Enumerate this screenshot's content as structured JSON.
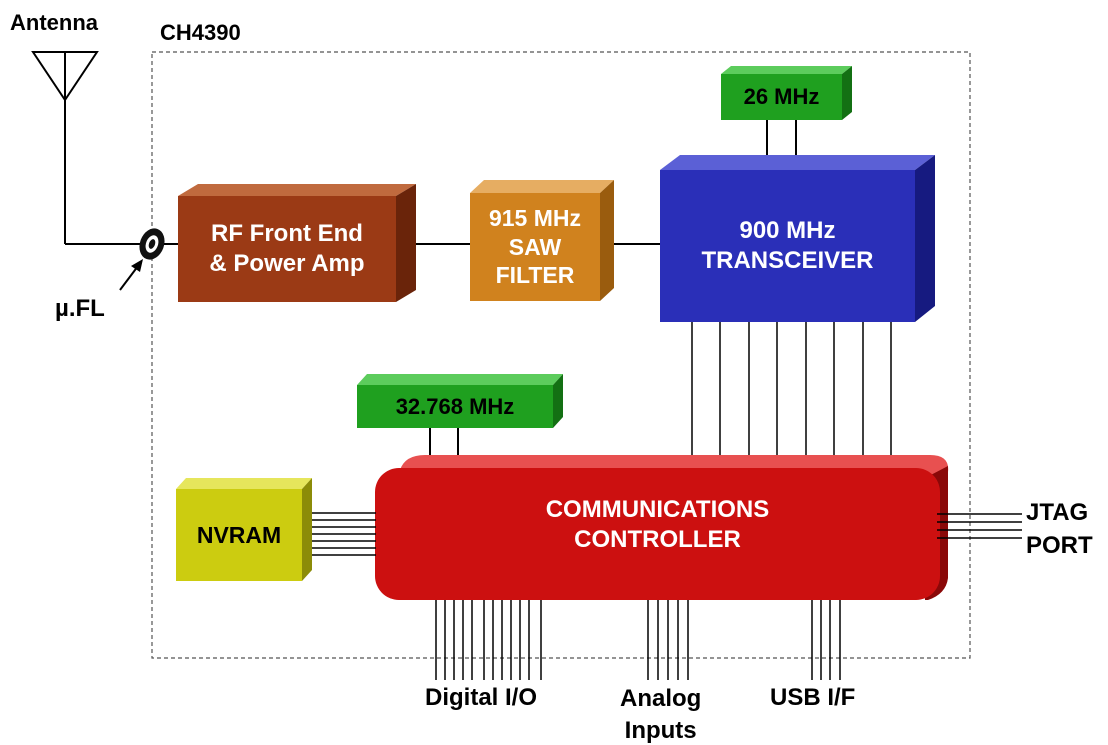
{
  "title": "CH4390",
  "antenna_label": "Antenna",
  "connector_label": "µ.FL",
  "blocks": {
    "rf_front_end": "RF Front End\n& Power Amp",
    "saw_filter": "915 MHz\nSAW\nFILTER",
    "transceiver": "900 MHz\nTRANSCEIVER",
    "osc_26": "26 MHz",
    "osc_32": "32.768 MHz",
    "controller": "COMMUNICATIONS\nCONTROLLER",
    "nvram": "NVRAM"
  },
  "io_labels": {
    "jtag": "JTAG\nPORT",
    "digital_io": "Digital I/O",
    "analog_inputs": "Analog\nInputs",
    "usb_if": "USB I/F"
  },
  "colors": {
    "rf_front_end": "#9b3a15",
    "saw_filter": "#d0821e",
    "transceiver": "#2a2fb8",
    "oscillator": "#1fa01f",
    "controller": "#cc1010",
    "nvram": "#cccc10"
  }
}
